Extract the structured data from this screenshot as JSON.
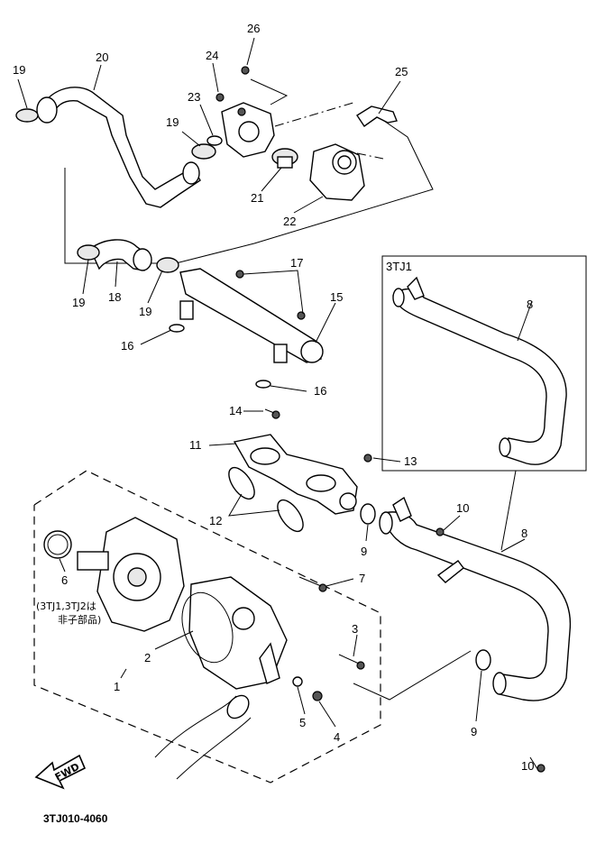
{
  "callouts": {
    "c1": "1",
    "c2": "2",
    "c3": "3",
    "c4": "4",
    "c5": "5",
    "c6": "6",
    "c7": "7",
    "c8a": "8",
    "c8b": "8",
    "c9a": "9",
    "c9b": "9",
    "c10a": "10",
    "c10b": "10",
    "c11": "11",
    "c12": "12",
    "c13": "13",
    "c14": "14",
    "c15": "15",
    "c16a": "16",
    "c16b": "16",
    "c17": "17",
    "c18": "18",
    "c19a": "19",
    "c19b": "19",
    "c19c": "19",
    "c19d": "19",
    "c20": "20",
    "c21": "21",
    "c22": "22",
    "c23": "23",
    "c24": "24",
    "c25": "25",
    "c26": "26"
  },
  "notes": {
    "model_box": "3TJ1",
    "note_line1": "(3TJ1,3TJ2は",
    "note_line2": "非子部品)",
    "fwd": "FWD"
  },
  "footer": {
    "part_code": "3TJ010-4060"
  }
}
